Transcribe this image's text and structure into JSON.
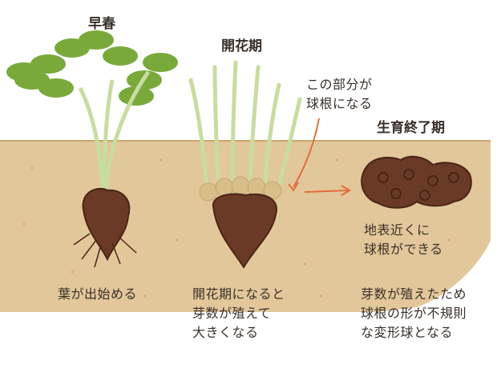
{
  "stages": {
    "early_spring": "早春",
    "flowering": "開花期",
    "growth_end": "生育終了期"
  },
  "annotation": "この部分が\n球根になる",
  "descriptions": {
    "early_spring": "葉が出始める",
    "flowering": "開花期になると\n芽数が殖えて\n大きくなる",
    "growth_end_surface": "地表近くに\n球根ができる",
    "growth_end": "芽数が殖えたため\n球根の形が不規則\nな変形球となる"
  },
  "colors": {
    "soil": "#e2c79a",
    "soil_edge": "#c9a66b",
    "bulb": "#6b3a26",
    "bulb_dark": "#4a2517",
    "leaf": "#79a93a",
    "stem": "#c9dca0",
    "bud": "#d8be8a",
    "arrow": "#e06d3c",
    "text": "#3a302a"
  }
}
